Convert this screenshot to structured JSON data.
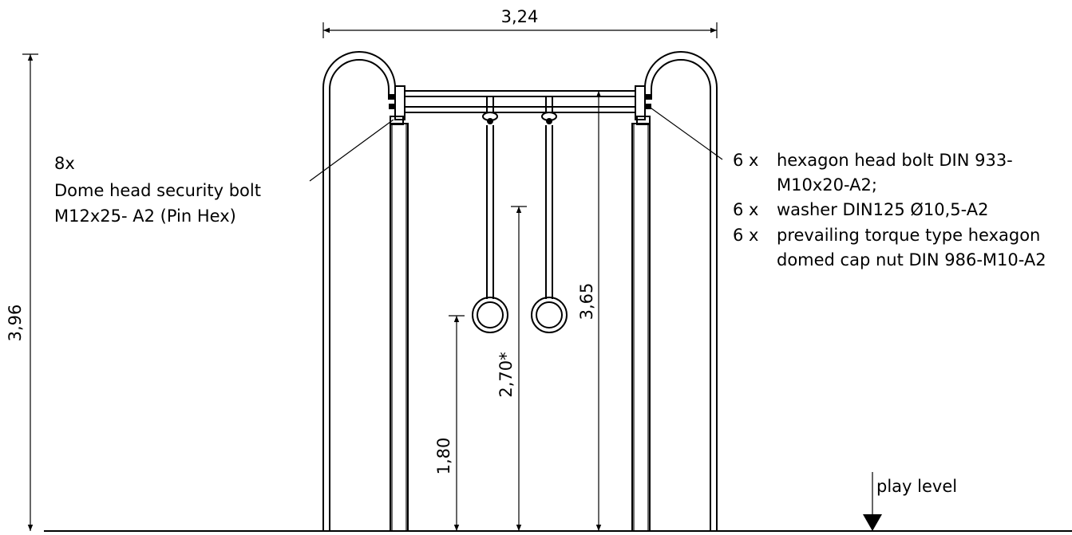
{
  "dimensions": {
    "overall_width": "3,24",
    "overall_height": "3,96",
    "crossbar_height": "3,65",
    "ring_attachment_height": "2,70*",
    "ring_height": "1,80"
  },
  "annotations": {
    "left": {
      "qty": "8x",
      "line1": "Dome head security bolt",
      "line2": "M12x25- A2 (Pin Hex)"
    },
    "right": {
      "l1": "6 x",
      "l1b": "hexagon head bolt DIN 933-",
      "l2": "M10x20-A2;",
      "l3": "6 x",
      "l3b": "washer DIN125 Ø10,5-A2",
      "l4": "6 x",
      "l4b": "prevailing torque type hexagon",
      "l5": "domed cap nut DIN 986-M10-A2"
    }
  },
  "play_level": "play level"
}
